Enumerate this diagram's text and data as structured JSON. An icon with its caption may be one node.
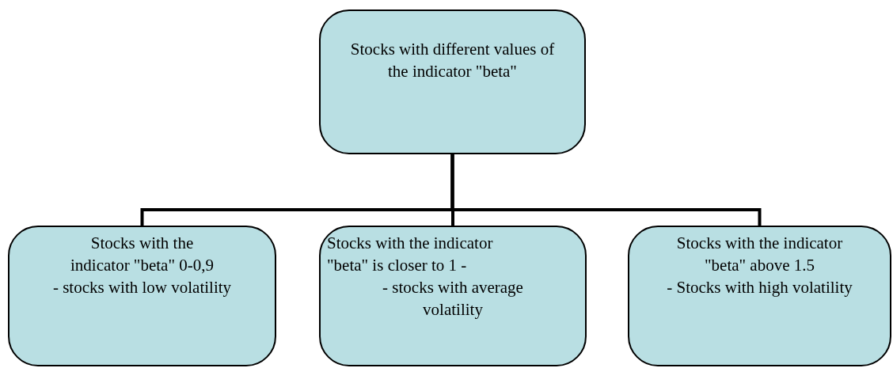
{
  "diagram": {
    "nodes": [
      {
        "text": [
          "Stocks with different values of the indicator \"beta\""
        ]
      },
      {
        "text": [
          "Stocks with the indicator \"beta\" 0-0,9",
          "- stocks with low volatility"
        ]
      },
      {
        "text": [
          "Stocks with the indicator \"beta\" is closer to 1 -",
          "- stocks with average volatility"
        ]
      },
      {
        "text": [
          "Stocks with the indicator \"beta\" above 1.5",
          "- Stocks with high volatility"
        ]
      }
    ],
    "edges": [
      {
        "from": 0,
        "to": 1,
        "arrow": "none"
      },
      {
        "from": 0,
        "to": 2,
        "arrow": "none"
      },
      {
        "from": 0,
        "to": 3,
        "arrow": "none"
      }
    ]
  }
}
